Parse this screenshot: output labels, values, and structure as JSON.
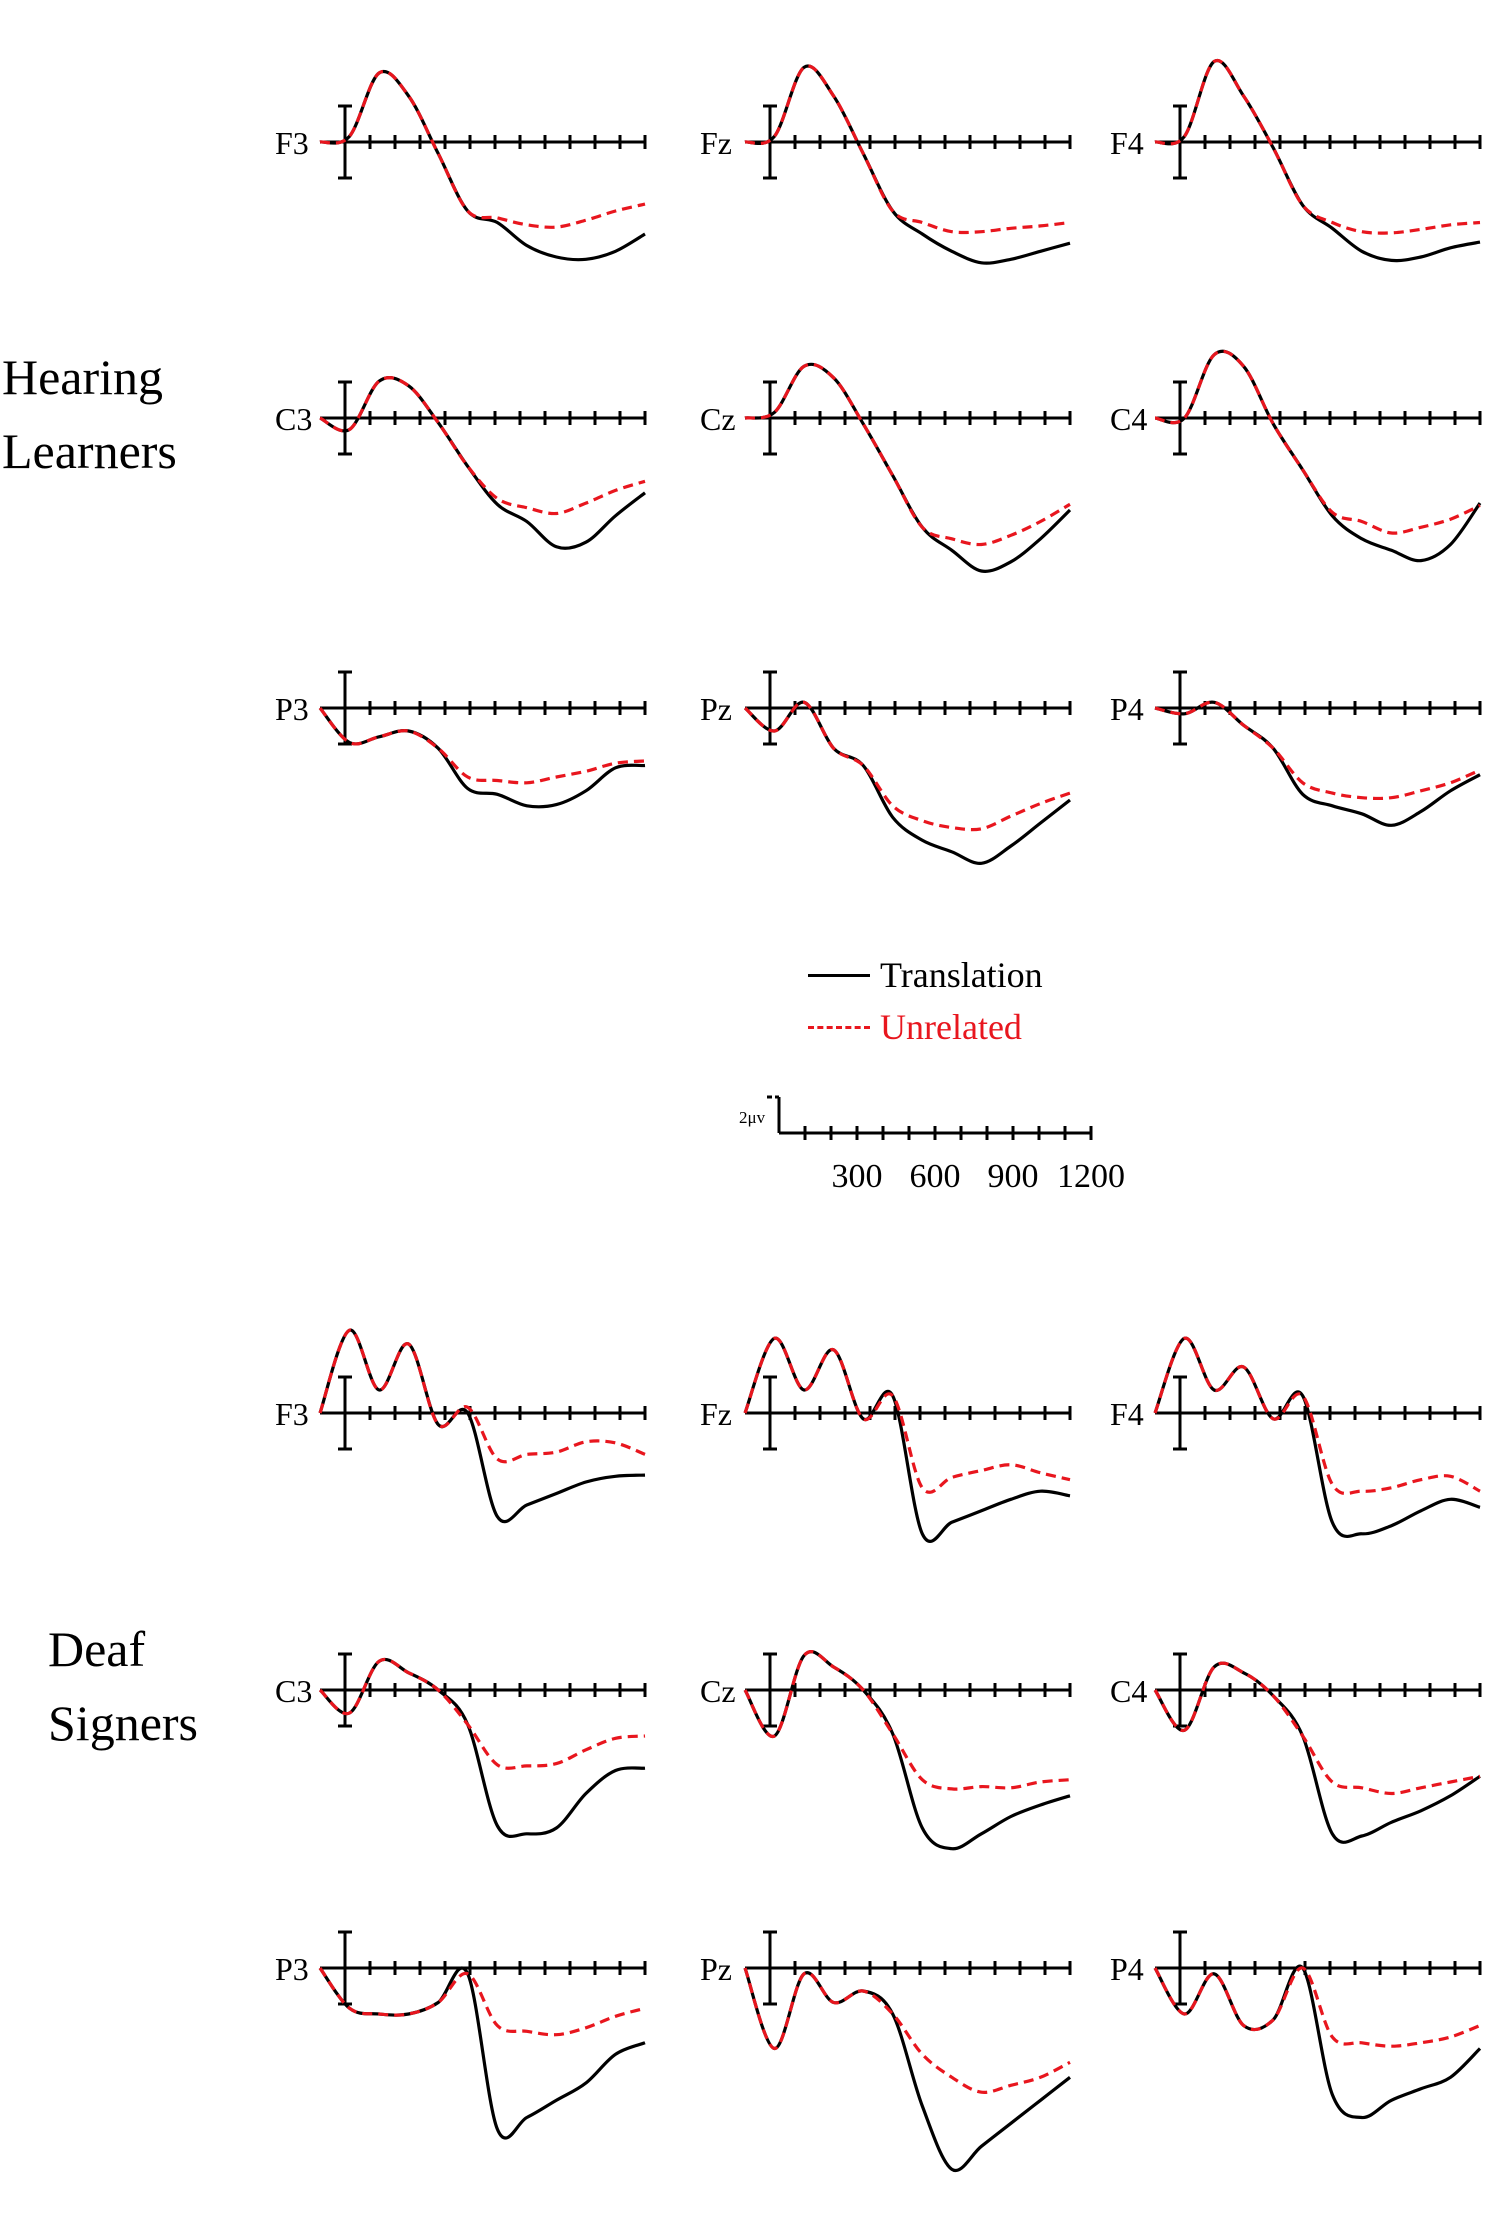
{
  "groups": [
    {
      "id": "hearing",
      "label_lines": [
        "Hearing",
        "Learners"
      ]
    },
    {
      "id": "deaf",
      "label_lines": [
        "Deaf",
        "Signers"
      ]
    }
  ],
  "legend": {
    "translation": "Translation",
    "unrelated": "Unrelated"
  },
  "scale": {
    "amplitude_label": "2μv",
    "time_ticks": [
      "300",
      "600",
      "900",
      "1200"
    ]
  },
  "chart_data": {
    "type": "line",
    "xlabel": "",
    "ylabel": "",
    "x_unit": "ms",
    "y_unit": "μV",
    "xlim": [
      -100,
      1200
    ],
    "tick_interval_ms": 100,
    "amplitude_scale_uv": 2,
    "negative_up": true,
    "colors": {
      "translation": "#000000",
      "unrelated": "#e8161e"
    },
    "series_styles": {
      "translation": "solid",
      "unrelated": "dashed"
    },
    "electrodes": [
      "F3",
      "Fz",
      "F4",
      "C3",
      "Cz",
      "C4",
      "P3",
      "Pz",
      "P4"
    ],
    "panels": [
      {
        "group": "hearing",
        "electrode": "F3",
        "translation_uv": [
          0,
          -0.5,
          -6,
          -4,
          1,
          6,
          7,
          9,
          10,
          10.2,
          9.5,
          8
        ],
        "unrelated_uv": [
          0,
          -0.5,
          -6,
          -4,
          1,
          6,
          6.6,
          7.2,
          7.4,
          6.8,
          6,
          5.4
        ]
      },
      {
        "group": "hearing",
        "electrode": "Fz",
        "translation_uv": [
          0,
          -0.5,
          -6.5,
          -4,
          1,
          6,
          8,
          9.5,
          10.5,
          10.2,
          9.5,
          8.8
        ],
        "unrelated_uv": [
          0,
          -0.5,
          -6.5,
          -4,
          1,
          6,
          7,
          7.8,
          7.8,
          7.5,
          7.3,
          7
        ]
      },
      {
        "group": "hearing",
        "electrode": "F4",
        "translation_uv": [
          0,
          -0.5,
          -7,
          -4,
          0.5,
          5.5,
          7.5,
          9.5,
          10.3,
          10,
          9.2,
          8.7
        ],
        "unrelated_uv": [
          0,
          -0.5,
          -7,
          -4,
          0.5,
          5.5,
          7,
          7.8,
          7.9,
          7.6,
          7.2,
          7
        ]
      },
      {
        "group": "hearing",
        "electrode": "C3",
        "translation_uv": [
          0,
          1,
          -3.2,
          -2.8,
          0.4,
          4.2,
          7.5,
          9,
          11.2,
          10.8,
          8.5,
          6.5
        ],
        "unrelated_uv": [
          0,
          1,
          -3.2,
          -2.8,
          0.4,
          4.2,
          7,
          7.8,
          8.3,
          7.4,
          6.3,
          5.5
        ]
      },
      {
        "group": "hearing",
        "electrode": "Cz",
        "translation_uv": [
          0,
          -0.5,
          -4.5,
          -3.5,
          0.5,
          5,
          9.5,
          11.5,
          13.3,
          12.5,
          10.5,
          8
        ],
        "unrelated_uv": [
          0,
          -0.5,
          -4.5,
          -3.5,
          0.5,
          5,
          9.5,
          10.5,
          11,
          10.2,
          9,
          7.5
        ]
      },
      {
        "group": "hearing",
        "electrode": "C4",
        "translation_uv": [
          0,
          0,
          -5.5,
          -4.5,
          0.5,
          4.5,
          8.5,
          10.5,
          11.5,
          12.4,
          11,
          7.4
        ],
        "unrelated_uv": [
          0,
          0,
          -5.5,
          -4.5,
          0.5,
          4.5,
          8.2,
          9,
          10,
          9.5,
          8.8,
          7.6
        ]
      },
      {
        "group": "hearing",
        "electrode": "P3",
        "translation_uv": [
          0,
          3,
          2.5,
          2,
          3.5,
          7,
          7.5,
          8.5,
          8.4,
          7.2,
          5.2,
          5
        ],
        "unrelated_uv": [
          0,
          3,
          2.5,
          2,
          3.5,
          6,
          6.3,
          6.5,
          6,
          5.5,
          4.8,
          4.6
        ]
      },
      {
        "group": "hearing",
        "electrode": "Pz",
        "translation_uv": [
          0,
          2,
          -0.5,
          3.5,
          5,
          9.5,
          11.5,
          12.5,
          13.5,
          12,
          10,
          8
        ],
        "unrelated_uv": [
          0,
          2,
          -0.5,
          3.5,
          5,
          8.5,
          9.8,
          10.4,
          10.5,
          9.4,
          8.3,
          7.4
        ]
      },
      {
        "group": "hearing",
        "electrode": "P4",
        "translation_uv": [
          0,
          0.5,
          -0.5,
          1.5,
          3.5,
          7.5,
          8.5,
          9.2,
          10.2,
          9,
          7.2,
          5.8
        ],
        "unrelated_uv": [
          0,
          0.5,
          -0.5,
          1.5,
          3.5,
          6.5,
          7.4,
          7.8,
          7.8,
          7.2,
          6.5,
          5.4
        ]
      },
      {
        "group": "deaf",
        "electrode": "F3",
        "translation_uv": [
          0,
          -7.2,
          -2,
          -6,
          1,
          0,
          9,
          8,
          7,
          6,
          5.5,
          5.4
        ],
        "unrelated_uv": [
          0,
          -7.2,
          -2,
          -6,
          1,
          -0.5,
          4,
          3.6,
          3.4,
          2.5,
          2.6,
          3.6
        ]
      },
      {
        "group": "deaf",
        "electrode": "Fz",
        "translation_uv": [
          0,
          -6.5,
          -2,
          -5.5,
          0.5,
          -1.5,
          10.5,
          9.5,
          8.5,
          7.5,
          6.8,
          7.2
        ],
        "unrelated_uv": [
          0,
          -6.5,
          -2,
          -5.5,
          0.5,
          -1.5,
          6.5,
          5.6,
          5,
          4.5,
          5.2,
          5.8
        ]
      },
      {
        "group": "deaf",
        "electrode": "F4",
        "translation_uv": [
          0,
          -6.5,
          -2,
          -4,
          0.5,
          -1.5,
          9.5,
          10.5,
          9.8,
          8.5,
          7.5,
          8.2
        ],
        "unrelated_uv": [
          0,
          -6.5,
          -2,
          -4,
          0.5,
          -1.5,
          6.2,
          6.8,
          6.5,
          5.8,
          5.5,
          6.8
        ]
      },
      {
        "group": "deaf",
        "electrode": "C3",
        "translation_uv": [
          0,
          2,
          -2.5,
          -1.5,
          0,
          3,
          11.8,
          12.5,
          12,
          9,
          7,
          6.8
        ],
        "unrelated_uv": [
          0,
          2,
          -2.5,
          -1.5,
          0,
          3,
          6.5,
          6.6,
          6.4,
          5.2,
          4.2,
          4
        ]
      },
      {
        "group": "deaf",
        "electrode": "Cz",
        "translation_uv": [
          0,
          4,
          -3,
          -2,
          0,
          3.8,
          12,
          13.8,
          12.5,
          11,
          10,
          9.2
        ],
        "unrelated_uv": [
          0,
          4,
          -3,
          -2,
          0,
          3.8,
          7.8,
          8.6,
          8.4,
          8.5,
          8,
          7.8
        ]
      },
      {
        "group": "deaf",
        "electrode": "C4",
        "translation_uv": [
          0,
          3.5,
          -2,
          -1.5,
          0.5,
          4,
          12.5,
          12.7,
          11.5,
          10.5,
          9.2,
          7.5
        ],
        "unrelated_uv": [
          0,
          3.5,
          -2,
          -1.5,
          0.5,
          4,
          8,
          8.5,
          9,
          8.5,
          8,
          7.5
        ]
      },
      {
        "group": "deaf",
        "electrode": "P3",
        "translation_uv": [
          0,
          3.5,
          4,
          4,
          3,
          0.5,
          14,
          13,
          11.5,
          10,
          7.5,
          6.5
        ],
        "unrelated_uv": [
          0,
          3.5,
          4,
          4,
          3,
          0.5,
          5,
          5.5,
          5.8,
          5.2,
          4.2,
          3.5
        ]
      },
      {
        "group": "deaf",
        "electrode": "Pz",
        "translation_uv": [
          0,
          7,
          0.5,
          3,
          2,
          4,
          12,
          17.5,
          15.5,
          13.5,
          11.5,
          9.5
        ],
        "unrelated_uv": [
          0,
          7,
          0.5,
          3,
          2,
          4,
          7.5,
          9.5,
          10.8,
          10.2,
          9.5,
          8.2
        ]
      },
      {
        "group": "deaf",
        "electrode": "P4",
        "translation_uv": [
          0,
          4,
          0.5,
          5,
          4.5,
          0,
          11,
          13,
          11.5,
          10.5,
          9.5,
          7
        ],
        "unrelated_uv": [
          0,
          4,
          0.5,
          5,
          4.5,
          0,
          6,
          6.5,
          6.8,
          6.5,
          6,
          5
        ]
      }
    ]
  }
}
